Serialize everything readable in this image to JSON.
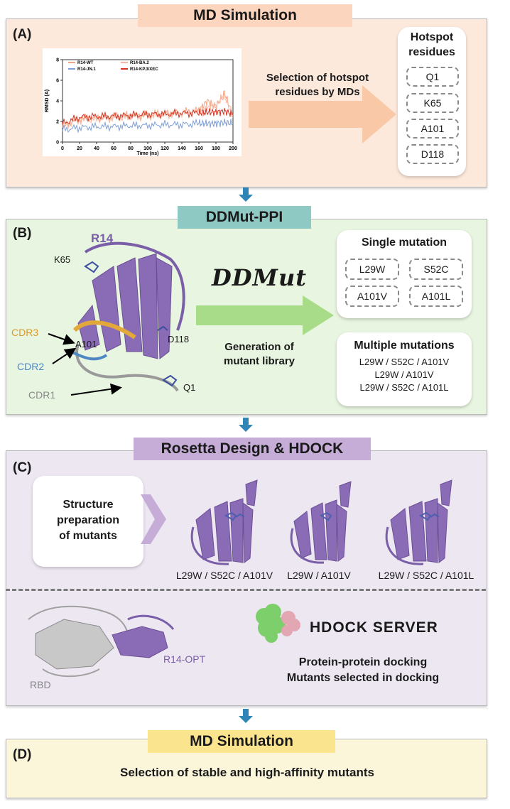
{
  "colors": {
    "panelA": "#fde9dc",
    "bannerA": "#fbd5bd",
    "panelB": "#e8f5e0",
    "bannerB": "#8ec9c4",
    "panelC": "#ede7f2",
    "bannerC": "#c6add8",
    "panelD": "#fbf6da",
    "bannerD": "#fbe48e",
    "arrowBlue": "#2f86b6",
    "purple": "#8a6bb5"
  },
  "panelA": {
    "label": "(A)",
    "title": "MD Simulation",
    "arrow_text": "Selection of hotspot residues by MDs",
    "hotspot_title": "Hotspot residues",
    "hotspots": [
      "Q1",
      "K65",
      "A101",
      "D118"
    ],
    "chart": {
      "ylabel": "RMSD (A)",
      "xlabel": "Time (ns)",
      "legend": [
        "R14-WT",
        "R14-BA.2",
        "R14-JN.1",
        "R14-KP.3/XEC"
      ],
      "xticks": [
        "0",
        "20",
        "40",
        "60",
        "80",
        "100",
        "120",
        "140",
        "160",
        "180",
        "200"
      ],
      "yticks": [
        "0",
        "2",
        "4",
        "6",
        "8"
      ]
    }
  },
  "chart_data": {
    "type": "line",
    "xlabel": "Time (ns)",
    "ylabel": "RMSD (A)",
    "xlim": [
      0,
      200
    ],
    "ylim": [
      0,
      8
    ],
    "x": [
      0,
      20,
      40,
      60,
      80,
      100,
      120,
      140,
      160,
      170,
      180,
      190,
      200
    ],
    "series": [
      {
        "name": "R14-WT",
        "color": "#f4a582",
        "values": [
          1.6,
          2.3,
          2.4,
          2.5,
          2.6,
          2.7,
          2.8,
          2.9,
          3.1,
          4.0,
          3.4,
          4.8,
          2.6
        ]
      },
      {
        "name": "R14-BA.2",
        "color": "#f7b7a3",
        "values": [
          1.5,
          2.1,
          2.2,
          2.3,
          2.4,
          2.5,
          2.6,
          2.8,
          3.0,
          3.3,
          3.6,
          4.5,
          2.4
        ]
      },
      {
        "name": "R14-JN.1",
        "color": "#7f9fd6",
        "values": [
          1.2,
          1.4,
          1.5,
          1.5,
          1.6,
          1.6,
          1.7,
          1.7,
          1.8,
          1.8,
          1.8,
          1.9,
          1.8
        ]
      },
      {
        "name": "R14-KP.3/XEC",
        "color": "#d7301f",
        "values": [
          1.8,
          2.4,
          2.5,
          2.5,
          2.6,
          2.7,
          2.7,
          2.8,
          2.8,
          2.9,
          2.9,
          3.0,
          2.7
        ]
      }
    ]
  },
  "panelB": {
    "label": "(B)",
    "title": "DDMut-PPI",
    "protein_name": "R14",
    "residue_labels": {
      "k65": "K65",
      "d118": "D118",
      "q1": "Q1",
      "a101": "A101"
    },
    "cdr_labels": {
      "cdr3": "CDR3",
      "cdr2": "CDR2",
      "cdr1": "CDR1"
    },
    "logo": "DDMut",
    "arrow_text_1": "Generation of",
    "arrow_text_2": "mutant library",
    "single_title": "Single mutation",
    "single_mutations": [
      "L29W",
      "S52C",
      "A101V",
      "A101L"
    ],
    "multiple_title": "Multiple mutations",
    "multiple_mutations": [
      "L29W / S52C / A101V",
      "L29W / A101V",
      "L29W / S52C / A101L"
    ]
  },
  "panelC": {
    "label": "(C)",
    "title": "Rosetta Design & HDOCK",
    "prep_text": [
      "Structure",
      "preparation",
      "of mutants"
    ],
    "mutant_captions": [
      "L29W / S52C / A101V",
      "L29W / A101V",
      "L29W / S52C / A101L"
    ],
    "rbd_label": "RBD",
    "opt_label": "R14-OPT",
    "hdock_title": "HDOCK SERVER",
    "hdock_line1": "Protein-protein docking",
    "hdock_line2": "Mutants selected in docking"
  },
  "panelD": {
    "label": "(D)",
    "title": "MD Simulation",
    "text": "Selection of stable and high-affinity mutants"
  }
}
